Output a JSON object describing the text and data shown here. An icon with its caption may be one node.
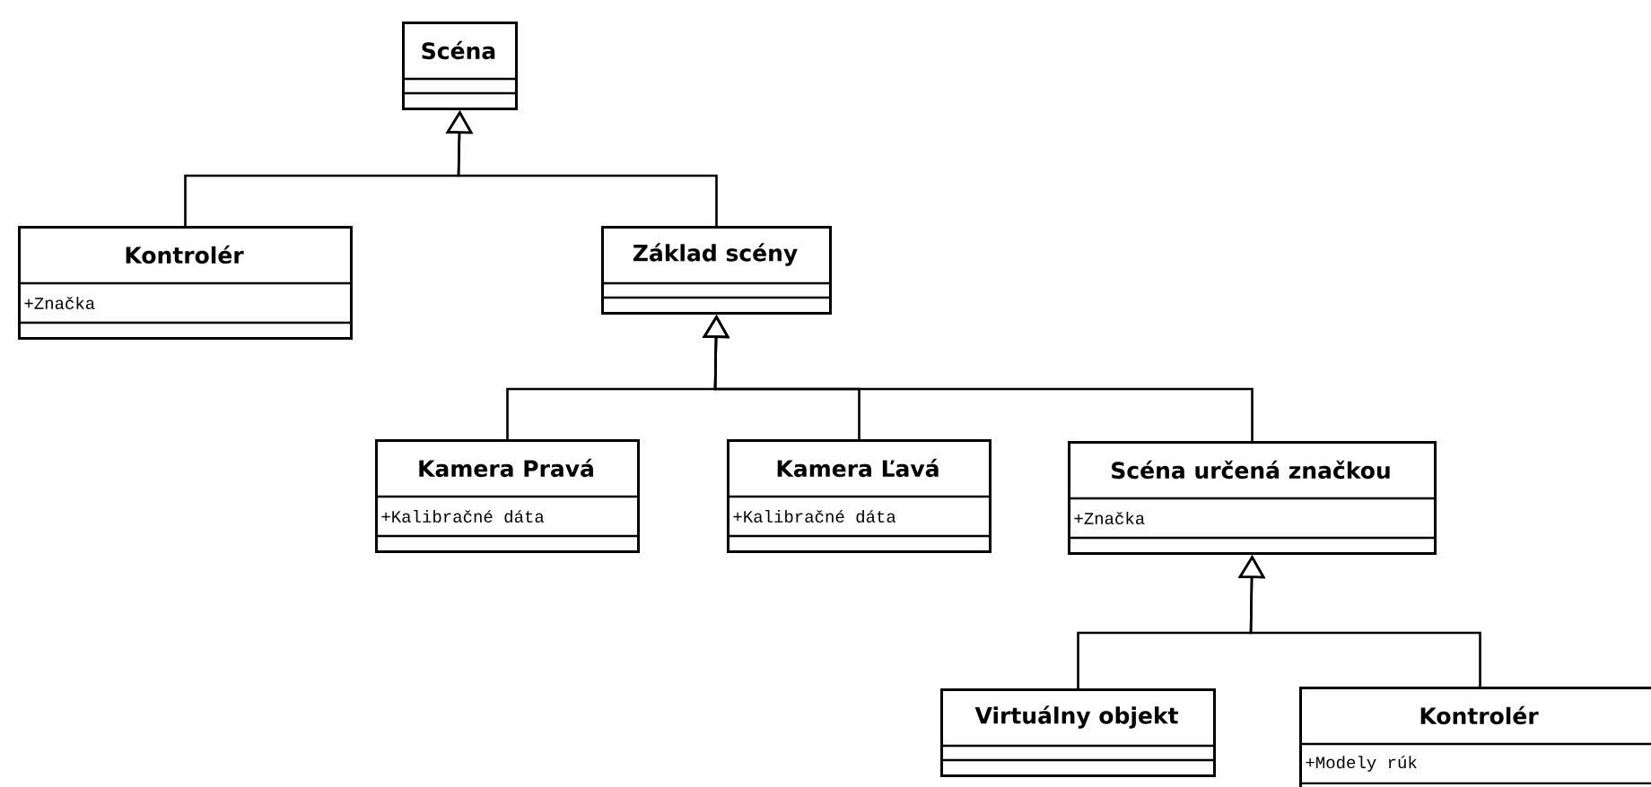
{
  "diagram": {
    "nodes": [
      {
        "text": [
          "Scéna"
        ]
      },
      {
        "text": [
          "Kontrolér",
          "+Značka"
        ]
      },
      {
        "text": [
          "Základ scény"
        ]
      },
      {
        "text": [
          "Kamera Pravá",
          "+Kalibračné dáta"
        ]
      },
      {
        "text": [
          "Kamera Ľavá",
          "+Kalibračné dáta"
        ]
      },
      {
        "text": [
          "Scéna určená značkou",
          "+Značka"
        ]
      },
      {
        "text": [
          "Virtuálny objekt"
        ]
      },
      {
        "text": [
          "Kontrolér",
          "+Modely rúk"
        ]
      }
    ],
    "edges": [
      {
        "from": 1,
        "to": 0,
        "arrow": "to"
      },
      {
        "from": 2,
        "to": 0,
        "arrow": "to"
      },
      {
        "from": 3,
        "to": 2,
        "arrow": "to"
      },
      {
        "from": 4,
        "to": 2,
        "arrow": "to"
      },
      {
        "from": 5,
        "to": 2,
        "arrow": "to"
      },
      {
        "from": 6,
        "to": 5,
        "arrow": "to"
      },
      {
        "from": 7,
        "to": 5,
        "arrow": "to"
      }
    ]
  }
}
